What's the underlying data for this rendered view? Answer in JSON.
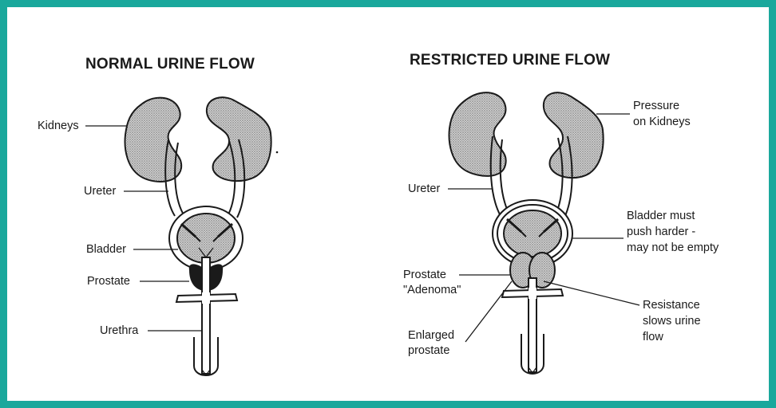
{
  "normal": {
    "title": "NORMAL URINE FLOW",
    "labels": {
      "kidneys": "Kidneys",
      "ureter": "Ureter",
      "bladder": "Bladder",
      "prostate": "Prostate",
      "urethra": "Urethra"
    }
  },
  "restricted": {
    "title": "RESTRICTED URINE FLOW",
    "labels": {
      "pressure_line1": "Pressure",
      "pressure_line2": "on Kidneys",
      "ureter": "Ureter",
      "bladder_line1": "Bladder must",
      "bladder_line2": "push harder -",
      "bladder_line3": "may not be empty",
      "prostate_line1": "Prostate",
      "prostate_line2": "\"Adenoma\"",
      "resistance_line1": "Resistance",
      "resistance_line2": "slows urine",
      "resistance_line3": "flow",
      "enlarged_line1": "Enlarged",
      "enlarged_line2": "prostate"
    }
  },
  "colors": {
    "border": "#1aa89c",
    "ink": "#1a1a1a",
    "stipple": "#9a9a9a"
  }
}
